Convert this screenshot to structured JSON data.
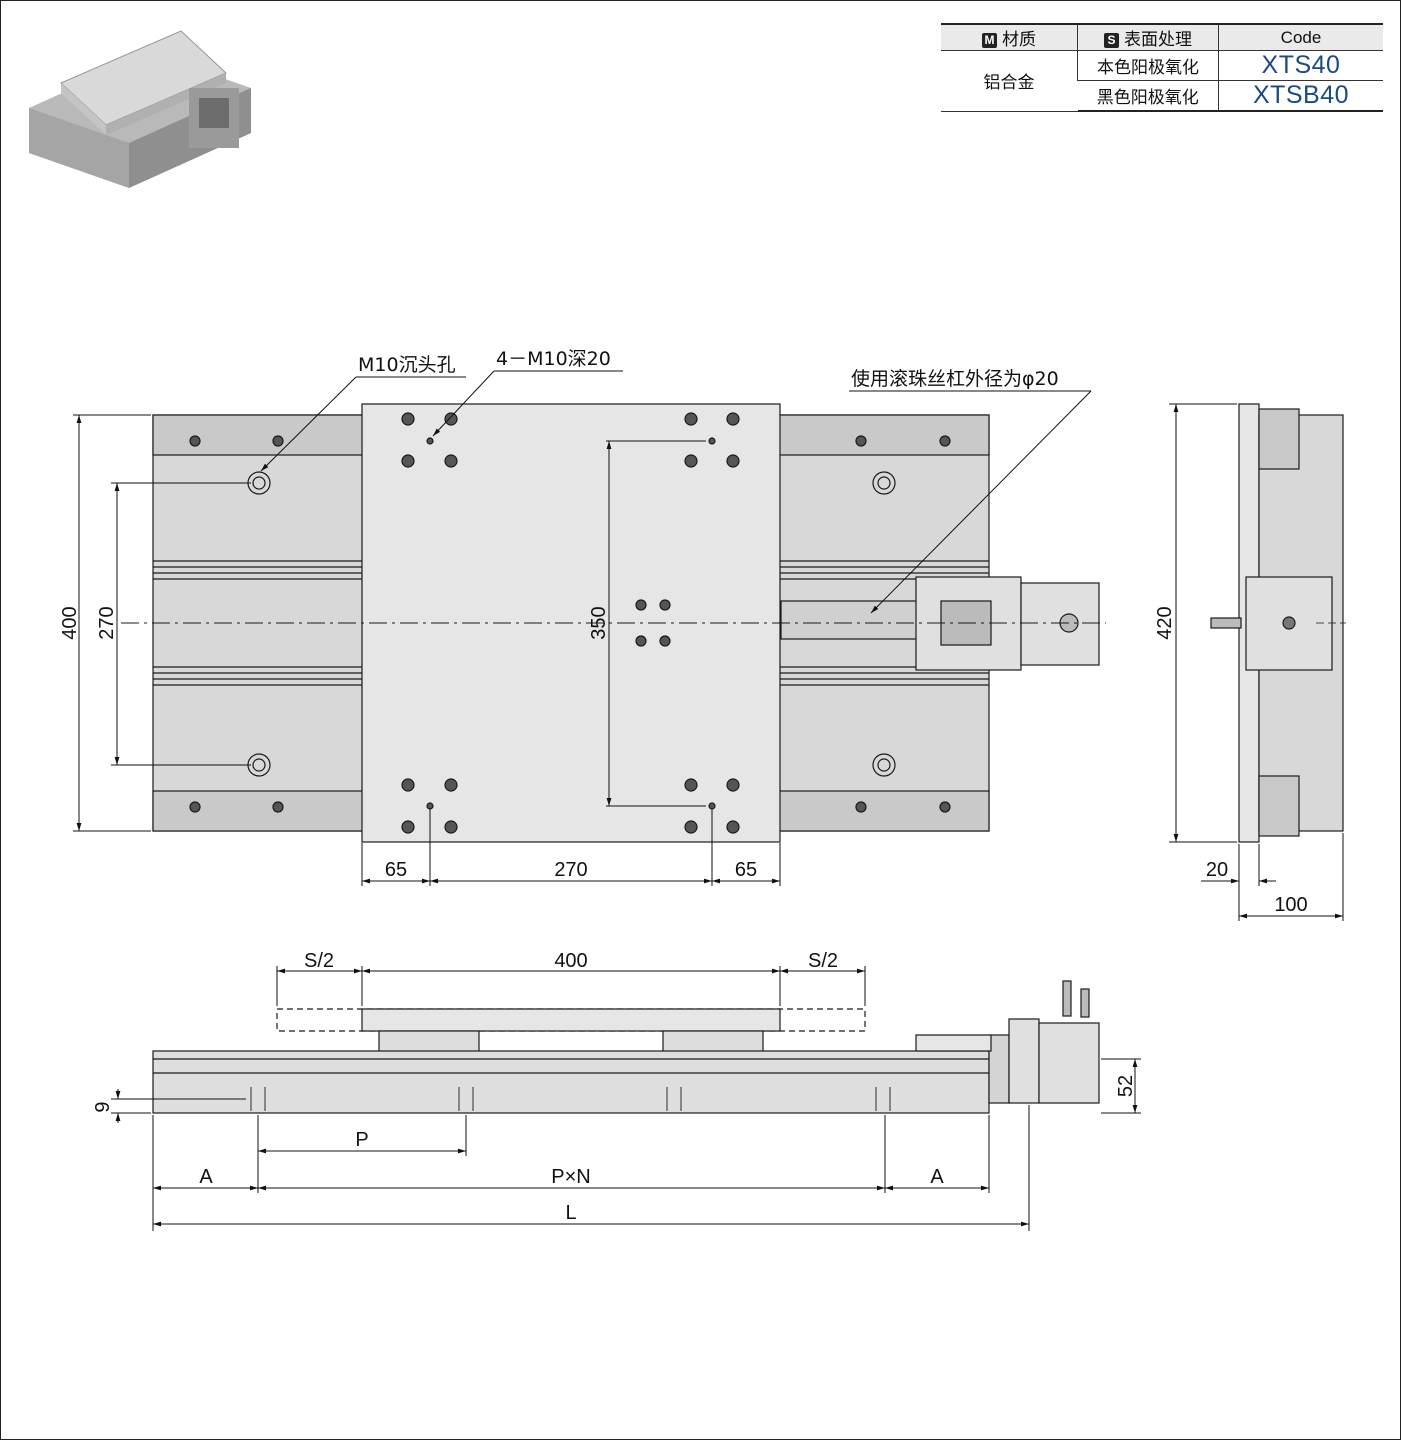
{
  "spec_table": {
    "header_material": "材质",
    "header_surface": "表面处理",
    "header_code": "Code",
    "badge_m": "M",
    "badge_s": "S",
    "material": "铝合金",
    "rows": [
      {
        "surface": "本色阳极氧化",
        "code": "XTS40"
      },
      {
        "surface": "黑色阳极氧化",
        "code": "XTSB40"
      }
    ]
  },
  "callouts": {
    "counterbore": "M10沉头孔",
    "tapped_holes": "4－M10深20",
    "ball_screw": "使用滚珠丝杠外径为φ20"
  },
  "dims": {
    "top_height": "400",
    "top_hole_pitch": "270",
    "carriage_hole_pitch_v": "350",
    "bottom_left": "65",
    "bottom_mid": "270",
    "bottom_right": "65",
    "side_height": "420",
    "side_20": "20",
    "side_100": "100",
    "front_s2_left": "S/2",
    "front_400": "400",
    "front_s2_right": "S/2",
    "front_9": "9",
    "front_52": "52",
    "front_p": "P",
    "front_a_left": "A",
    "front_pxn": "P×N",
    "front_a_right": "A",
    "front_l": "L"
  },
  "colors": {
    "body": "#dcdcdc",
    "plate": "#e6e6e6",
    "line": "#1a1a1a",
    "code": "#1a4a8a"
  }
}
